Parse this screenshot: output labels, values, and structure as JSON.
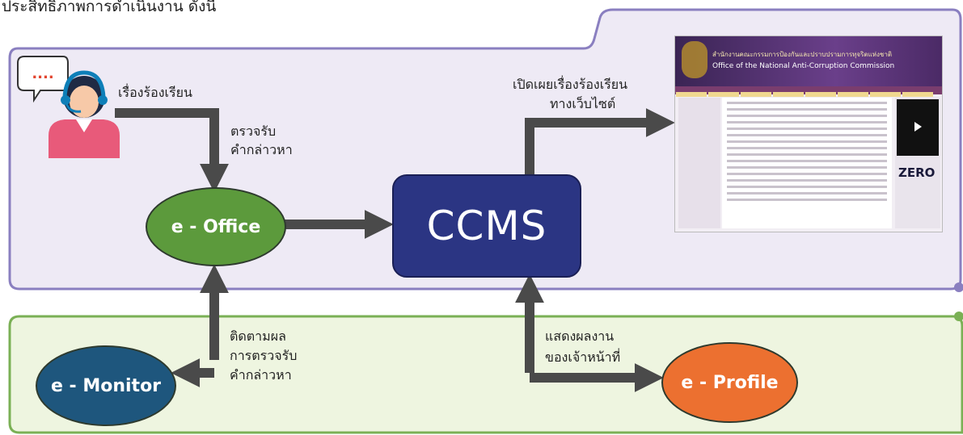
{
  "top_text": "ประสิทธิภาพการดำเนินงาน ดังนี้",
  "colors": {
    "upper_panel_bg": "#eeeaf5",
    "upper_panel_border": "#8a7fc0",
    "lower_panel_bg": "#eef5e0",
    "lower_panel_border": "#7ab055",
    "arrow": "#4a4a4a",
    "eoffice": "#5c9a3c",
    "ccms": "#2b3583",
    "emonitor": "#1e567d",
    "eprofile": "#ec7030",
    "agent_shirt": "#e85a7a"
  },
  "agent": {
    "icon": "call-center-agent-icon",
    "bubble": "...."
  },
  "labels": {
    "complaint": "เรื่องร้องเรียน",
    "receive_line1": "ตรวจรับ",
    "receive_line2": "คำกล่าวหา",
    "publish_line1": "เปิดเผยเรื่องร้องเรียน",
    "publish_line2": "ทางเว็บไซต์",
    "track_line1": "ติดตามผล",
    "track_line2": "การตรวจรับ",
    "track_line3": "คำกล่าวหา",
    "show_line1": "แสดงผลงาน",
    "show_line2": "ของเจ้าหน้าที่"
  },
  "nodes": {
    "eoffice": "e - Office",
    "ccms": "CCMS",
    "emonitor": "e - Monitor",
    "eprofile": "e - Profile"
  },
  "website": {
    "title_th": "สำนักงานคณะกรรมการป้องกันและปราบปรามการทุจริตแห่งชาติ",
    "title_en": "Office of the National Anti-Corruption Commission",
    "badge": "ZERO"
  }
}
